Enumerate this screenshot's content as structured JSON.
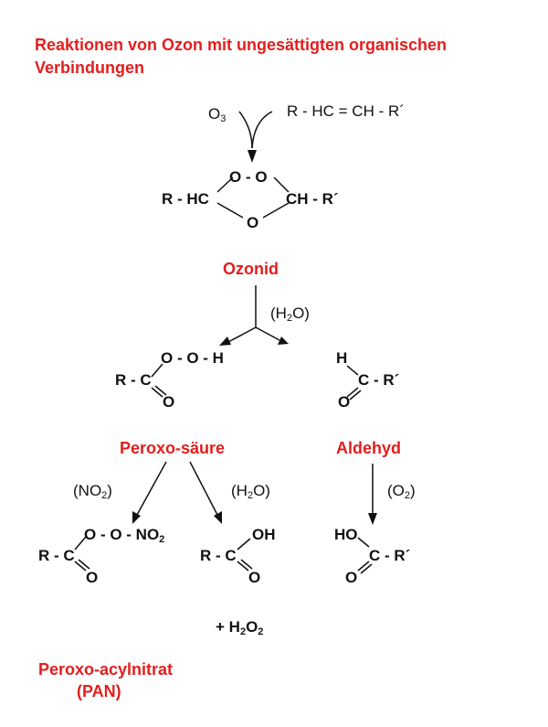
{
  "title": "Reaktionen von Ozon mit ungesättigten organischen Verbindungen",
  "reactants": {
    "ozone": "O",
    "ozone_sub": "3",
    "alkene": "R - HC = CH - R´"
  },
  "ozonide_structure": {
    "left": "R - HC",
    "right": "CH - R´",
    "top": "O - O",
    "bottom": "O"
  },
  "labels": {
    "ozonid": "Ozonid",
    "peroxo_saeure": "Peroxo-säure",
    "aldehyd": "Aldehyd",
    "pan_line1": "Peroxo-acylnitrat",
    "pan_line2": "(PAN)"
  },
  "conditions": {
    "water_1_pre": "(H",
    "water_1_sub": "2",
    "water_1_post": "O)",
    "no2_pre": "(NO",
    "no2_sub": "2",
    "no2_post": ")",
    "water_2": "(H2O)",
    "o2_pre": "(O",
    "o2_sub": "2",
    "o2_post": ")"
  },
  "peracid": {
    "r": "R - C",
    "ooh": "O - O - H",
    "o": "O"
  },
  "aldehyde": {
    "h": "H",
    "c": "C - R´",
    "o": "O"
  },
  "pan": {
    "r": "R - C",
    "chain_pre": "O - O - NO",
    "chain_sub": "2",
    "o": "O"
  },
  "acid": {
    "r": "R - C",
    "oh": "OH",
    "o": "O"
  },
  "acid2": {
    "ho": "HO",
    "c": "C - R´",
    "o": "O"
  },
  "h2o2": {
    "pre": "+ H",
    "sub1": "2",
    "mid": "O",
    "sub2": "2"
  }
}
